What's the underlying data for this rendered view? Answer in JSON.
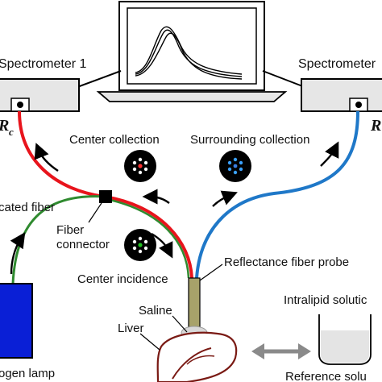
{
  "labels": {
    "spectrometer_left": "Spectrometer 1",
    "spectrometer_right": "Spectrometer",
    "r_left_main": "R",
    "r_left_sub": "c",
    "r_right_main": "R",
    "center_collection": "Center collection",
    "surrounding_collection": "Surrounding collection",
    "bifurcated_fiber": "cated fiber",
    "fiber_connector_line1": "Fiber",
    "fiber_connector_line2": "connector",
    "center_incidence": "Center incidence",
    "reflectance_probe": "Reflectance fiber probe",
    "saline": "Saline",
    "liver": "Liver",
    "intralipid": "Intralipid solutic",
    "halogen_lamp": "ogen lamp",
    "reference_solution": "Reference solu"
  },
  "colors": {
    "red_fiber": "#e8141c",
    "blue_fiber": "#1f78c8",
    "green_fiber": "#2f8a2f",
    "lamp": "#0a1fd6",
    "probe": "#a7a26a",
    "spectrometer_box": "#e6e6e6",
    "liver_outline": "#7a1a14",
    "arrow_gray": "#8a8a8a"
  },
  "icons": {
    "center_collection": "fiber-bundle-center-red-icon",
    "surrounding_collection": "fiber-bundle-surrounding-blue-icon",
    "center_incidence": "fiber-bundle-center-green-icon",
    "laptop": "laptop-spectrum-icon",
    "beaker": "beaker-icon",
    "liver": "liver-icon",
    "swap_arrow": "double-headed-arrow-icon"
  }
}
